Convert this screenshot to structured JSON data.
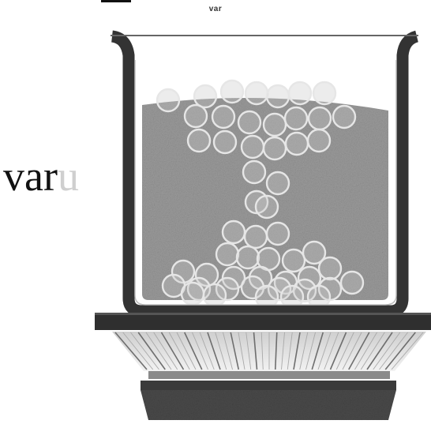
{
  "figure": {
    "caption": "var",
    "big_word_main": "var",
    "big_word_faded": "u"
  },
  "colors": {
    "liquid": "#9c9c9c",
    "glass": "#333333",
    "bead_outline": "#e6e6e6",
    "stand": "#2f2f2f",
    "background": "#ffffff"
  },
  "icons": {
    "vessel": "beaker-icon",
    "beads": "bead-icon",
    "heater": "hot-plate-icon"
  }
}
